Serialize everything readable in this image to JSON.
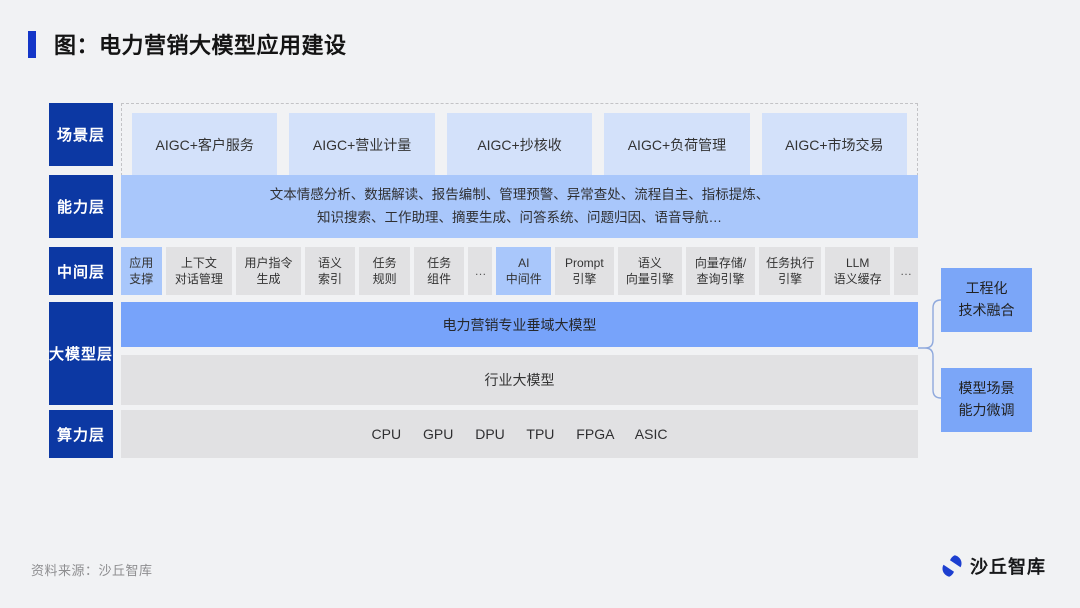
{
  "title": {
    "text": "图：电力营销大模型应用建设"
  },
  "colors": {
    "accent_bar": "#1436c8",
    "layer_label_bg": "#0c38a3",
    "scenario_box": "#d3e1fa",
    "capability_box": "#a9c7fb",
    "middleware_gray": "#e1e1e3",
    "middleware_blue": "#a9c7fb",
    "domain_model_blue": "#77a3fa",
    "side_note_blue": "#7ba6f8",
    "page_bg": "#f1f2f4"
  },
  "layers": {
    "scenario": {
      "label": "场景层",
      "items": [
        "AIGC+客户服务",
        "AIGC+营业计量",
        "AIGC+抄核收",
        "AIGC+负荷管理",
        "AIGC+市场交易"
      ]
    },
    "capability": {
      "label": "能力层",
      "text": "文本情感分析、数据解读、报告编制、管理预警、异常查处、流程自主、指标提炼、\n知识搜索、工作助理、摘要生成、问答系统、问题归因、语音导航…"
    },
    "middleware": {
      "label": "中间层",
      "items": [
        {
          "label": "应用\n支撑",
          "variant": "blue"
        },
        {
          "label": "上下文\n对话管理",
          "variant": "gray"
        },
        {
          "label": "用户指令\n生成",
          "variant": "gray"
        },
        {
          "label": "语义\n索引",
          "variant": "gray"
        },
        {
          "label": "任务\n规则",
          "variant": "gray"
        },
        {
          "label": "任务\n组件",
          "variant": "gray"
        },
        {
          "label": "…",
          "variant": "ellipsis"
        },
        {
          "label": "AI\n中间件",
          "variant": "blue"
        },
        {
          "label": "Prompt\n引擎",
          "variant": "gray"
        },
        {
          "label": "语义\n向量引擎",
          "variant": "gray"
        },
        {
          "label": "向量存储/\n查询引擎",
          "variant": "gray"
        },
        {
          "label": "任务执行\n引擎",
          "variant": "gray"
        },
        {
          "label": "LLM\n语义缓存",
          "variant": "gray"
        },
        {
          "label": "…",
          "variant": "ellipsis"
        }
      ]
    },
    "model": {
      "label": "大模型层",
      "domain_model": "电力营销专业垂域大模型",
      "industry_model": "行业大模型"
    },
    "compute": {
      "label": "算力层",
      "text": "CPU GPU DPU TPU FPGA ASIC"
    }
  },
  "side_notes": [
    {
      "text": "工程化\n技术融合"
    },
    {
      "text": "模型场景\n能力微调"
    }
  ],
  "footer": {
    "source": "资料来源：沙丘智库",
    "logo_text": "沙丘智库"
  }
}
